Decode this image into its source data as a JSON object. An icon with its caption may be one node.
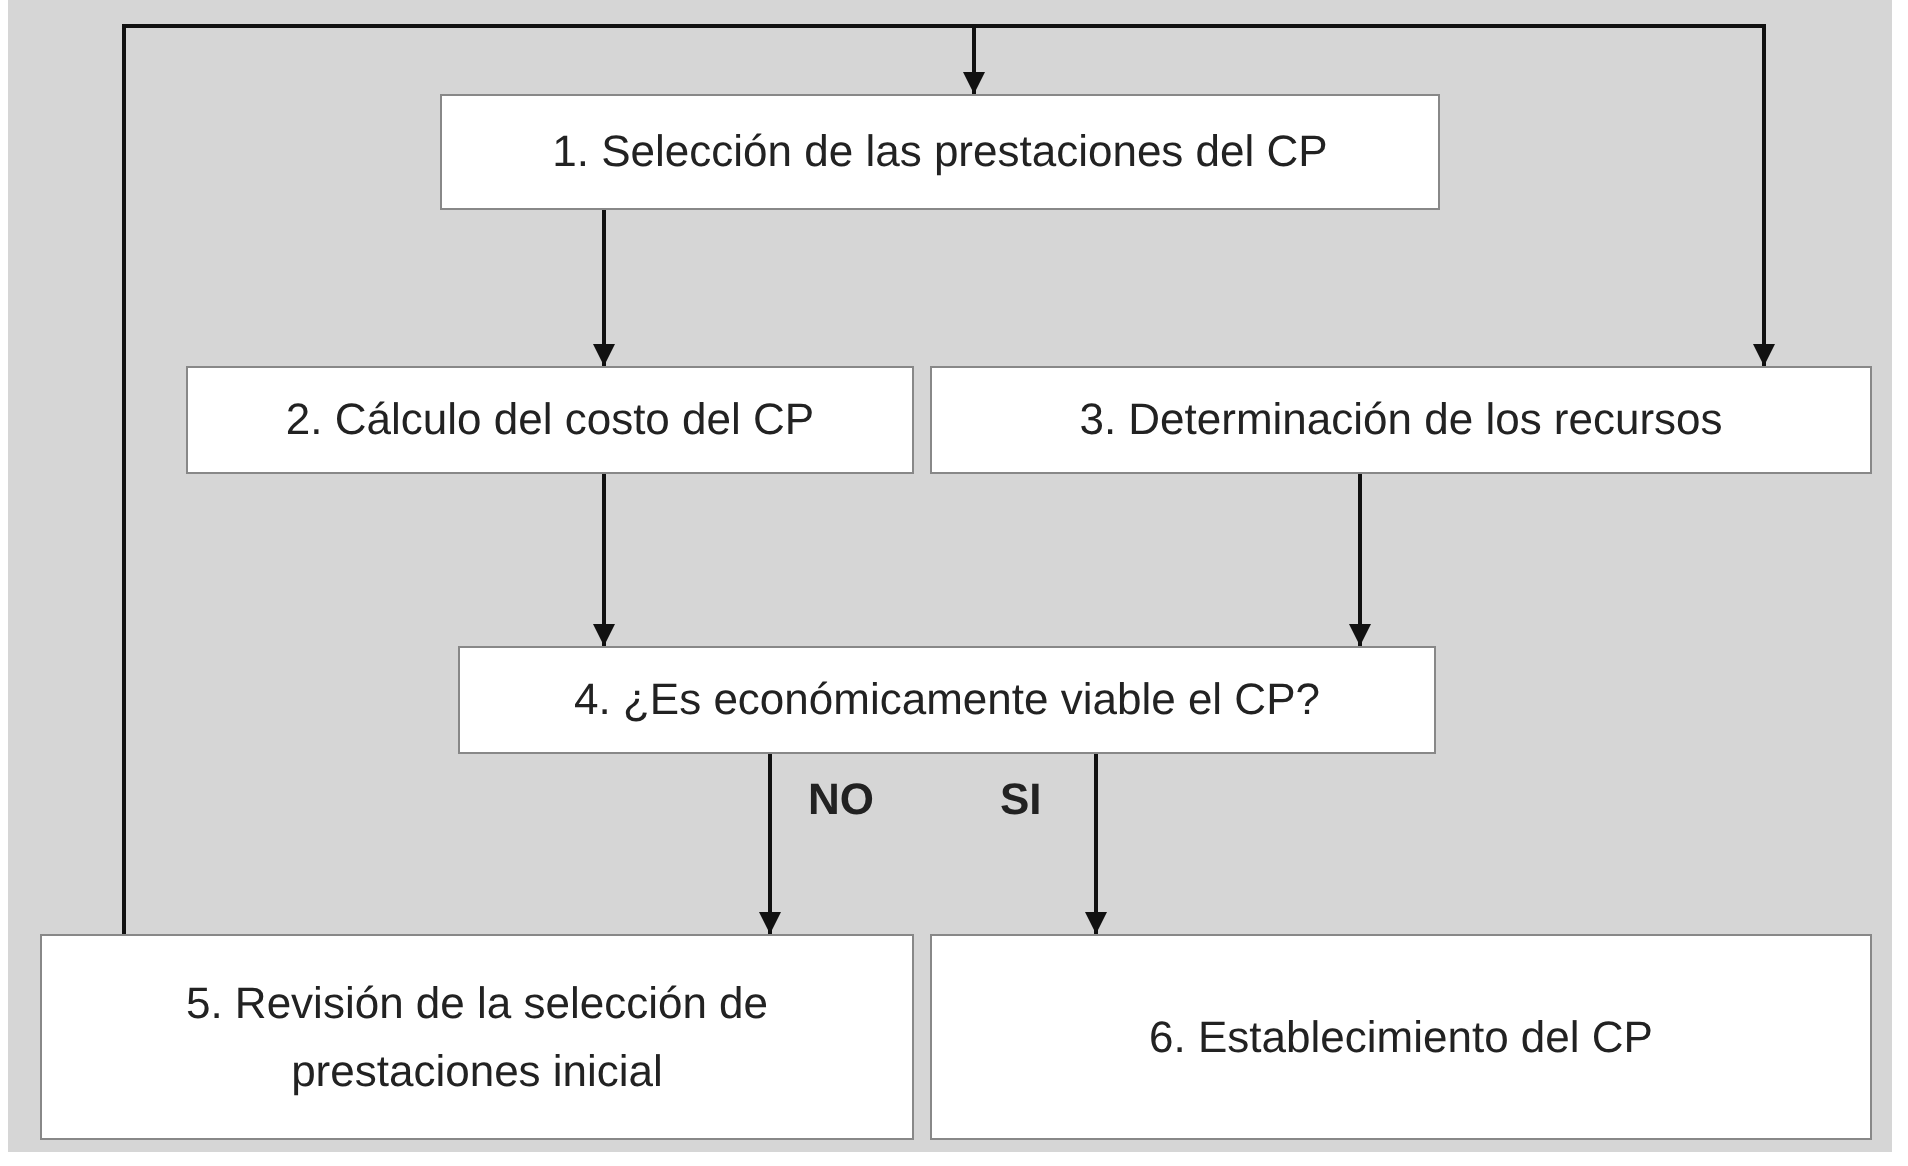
{
  "diagram": {
    "nodes": [
      {
        "text": [
          "1. Selección de las prestaciones del CP"
        ]
      },
      {
        "text": [
          "2. Cálculo del costo del CP"
        ]
      },
      {
        "text": [
          "3. Determinación de los recursos"
        ]
      },
      {
        "text": [
          "4. ¿Es económicamente viable el CP?"
        ]
      },
      {
        "text": [
          "5. Revisión de la selección de prestaciones inicial"
        ]
      },
      {
        "text": [
          "6. Establecimiento del CP"
        ]
      }
    ],
    "edges": [
      {
        "from": 0,
        "to": 1,
        "arrow": "to"
      },
      {
        "from": 4,
        "to": 0,
        "arrow": "to"
      },
      {
        "from": 4,
        "to": 2,
        "arrow": "to"
      },
      {
        "from": 1,
        "to": 3,
        "arrow": "to"
      },
      {
        "from": 2,
        "to": 3,
        "arrow": "to"
      },
      {
        "from": 3,
        "to": 4,
        "arrow": "to",
        "label": "NO"
      },
      {
        "from": 3,
        "to": 5,
        "arrow": "to",
        "label": "SI"
      }
    ]
  }
}
